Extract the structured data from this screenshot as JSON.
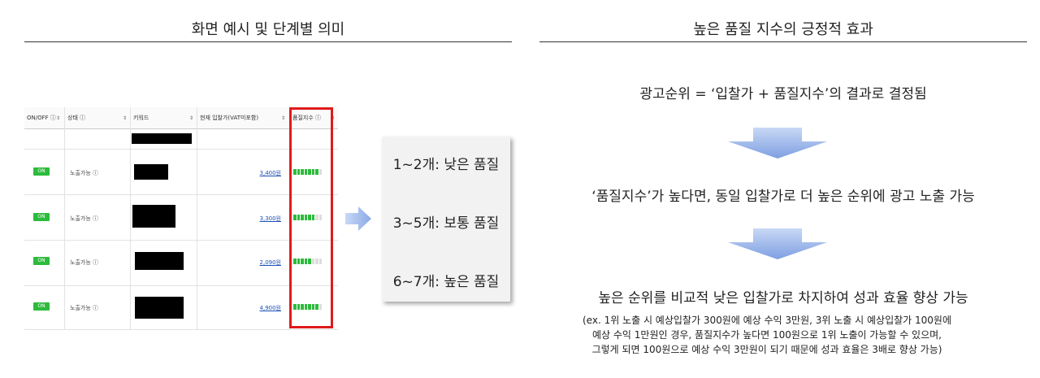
{
  "left": {
    "heading": "화면 예시 및 단계별 의미",
    "table": {
      "columns": [
        "ON/OFF ⓘ",
        "상태 ⓘ",
        "키워드",
        "현재 입찰가(VAT미포함)",
        "품질지수 ⓘ"
      ],
      "rows": [
        {
          "toggle": "ON",
          "status": "노출가능 ⓘ",
          "bid": "3,400원",
          "quality": 7
        },
        {
          "toggle": "ON",
          "status": "노출가능 ⓘ",
          "bid": "3,300원",
          "quality": 6
        },
        {
          "toggle": "ON",
          "status": "노출가능 ⓘ",
          "bid": "2,090원",
          "quality": 5
        },
        {
          "toggle": "ON",
          "status": "노출가능 ⓘ",
          "bid": "4,900원",
          "quality": 7
        }
      ],
      "quality_max": 8,
      "accent_color": "#2dbb3c",
      "highlight_color": "#e01b1b"
    },
    "legend": {
      "low": "1~2개: 낮은 품질",
      "mid": "3~5개: 보통 품질",
      "high": "6~7개: 높은 품질"
    }
  },
  "right": {
    "heading": "높은 품질 지수의 긍정적 효과",
    "step1": "광고순위 = ‘입찰가 + 품질지수’의 결과로 결정됨",
    "step2": "‘품질지수’가 높다면, 동일 입찰가로 더 높은 순위에 광고 노출 가능",
    "step3": "높은 순위를 비교적 낮은 입찰가로 차지하여 성과 효율 향상 가능",
    "note": [
      "(ex. 1위 노출 시 예상입찰가 300원에 예상 수익 3만원, 3위 노출 시 예상입찰가 100원에",
      "예상 수익 1만원인 경우, 품질지수가 높다면 100원으로 1위 노출이 가능할 수 있으며,",
      "그렇게 되면 100원으로 예상 수익 3만원이 되기 때문에 성과 효율은 3배로 향상 가능)"
    ],
    "arrow_color": "#8aa9e6"
  }
}
